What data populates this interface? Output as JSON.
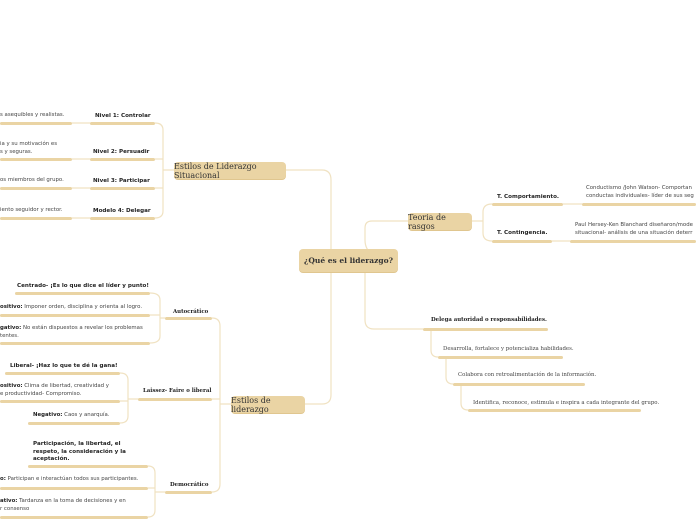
{
  "central": "¿Qué es el liderazgo?",
  "situacional": {
    "title": "Estilos de Liderazgo Situacional",
    "items": [
      {
        "label": "Nivel 1: Controlar",
        "text": [
          "s asequibles y realistas."
        ]
      },
      {
        "label": "Nivel 2: Persuadir",
        "text": [
          "ia y su motivación es",
          "s y seguras."
        ]
      },
      {
        "label": "Nivel 3: Participar",
        "text": [
          "os miembros del grupo."
        ]
      },
      {
        "label": "Modelo 4: Delegar",
        "text": [
          "iento seguidor y rector."
        ]
      }
    ]
  },
  "rasgos": {
    "title": "Teoria de rasgos",
    "items": [
      {
        "label": "T. Comportamiento.",
        "text": [
          "Conductismo /John Watson- Comportan",
          "conductas individuales- líder de sus seg"
        ]
      },
      {
        "label": "T. Contingencia.",
        "text": [
          "Paul Hersey-Ken Blanchard diseñaron/mode",
          "situacional- análisis de una situación deterr"
        ]
      }
    ]
  },
  "delega": [
    "Delega autoridad o responsabilidades.",
    "Desarrolla, fortalece y potencializa habilidades.",
    "Colabora con retroalimentación de la información.",
    "Identifica, reconoce, estimula e inspira a cada integrante del grupo."
  ],
  "estilos": {
    "title": "Estilos de liderazgo",
    "autocratico": {
      "label": "Autocrático",
      "items": [
        "Centrado- ¡Es lo que dice el líder y punto!"
      ],
      "pos_b": "ositivo:",
      "pos": " Imponer orden, disciplina y orienta al logro.",
      "neg_b": "gativo:",
      "neg": [
        " No están dispuestos a revelar los problemas",
        "tentes."
      ]
    },
    "laissez": {
      "label": "Laissez- Faire o liberal",
      "head": "Liberal- ¡Haz lo que te dé la gana!",
      "pos_b": "ositivo:",
      "pos": [
        " Clima de libertad, creatividad y",
        "e productividad- Compromiso."
      ],
      "neg_b": "Negativo:",
      "neg": " Caos y anarquía."
    },
    "democratico": {
      "label": "Democrático",
      "head": [
        "Participación, la libertad, el",
        "respeto, la consideración y la",
        "aceptación."
      ],
      "pos_b": "o:",
      "pos": " Participan e interactúan todos sus participantes.",
      "neg_b": "ativo:",
      "neg": [
        " Tardanza en la toma de decisiones y en",
        "r consenso"
      ]
    }
  },
  "colors": {
    "node": "#ead4a4",
    "line": "#f0e2c2"
  }
}
